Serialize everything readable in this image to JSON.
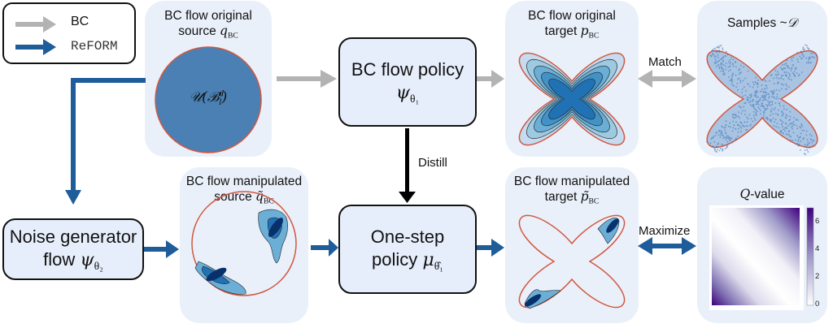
{
  "colors": {
    "bc_arrow": "#b3b3b3",
    "reform_arrow": "#1f5c9a",
    "distill_arrow": "#000000",
    "panel_bg": "#eaf0fa",
    "node_bg": "#e7eefb",
    "support_outline": "#d0583f",
    "source_fill": "#4a80b4",
    "qvalue_max": "#3f007d"
  },
  "legend": {
    "items": [
      {
        "label": "BC",
        "icon": "gray-arrow-icon"
      },
      {
        "label": "ReFORM",
        "icon": "blue-arrow-icon"
      }
    ]
  },
  "panels": {
    "orig_source": {
      "title": "BC flow original",
      "subtitle": "source ",
      "math": "q",
      "math_sub": "BC",
      "center_math": "𝒰(ℬ",
      "center_sup": "d",
      "center_sub": "l",
      "center_end": ")"
    },
    "orig_target": {
      "title": "BC flow original",
      "subtitle": "target ",
      "math": "p",
      "math_sub": "BC"
    },
    "samples": {
      "title": "Samples ~",
      "math": "𝒟"
    },
    "manip_source": {
      "title": "BC flow manipulated",
      "subtitle": "source ",
      "math": "q̃",
      "math_sub": "BC"
    },
    "manip_target": {
      "title": "BC flow manipulated",
      "subtitle": "target ",
      "math": "p̃",
      "math_sub": "BC"
    },
    "qvalue": {
      "math": "Q",
      "title": "-value",
      "colorbar_ticks": [
        "0",
        "2",
        "4",
        "6"
      ],
      "colorbar_range": [
        0,
        7
      ]
    }
  },
  "nodes": {
    "bc_policy": {
      "line1": "BC flow policy",
      "math": "ψ",
      "math_sub": "θ₁"
    },
    "one_step": {
      "line1": "One-step",
      "line2": "policy ",
      "math": "μ",
      "math_sub": "θ̂₁"
    },
    "noise_gen": {
      "line1": "Noise generator",
      "line2": "flow ",
      "math": "ψ",
      "math_sub": "θ₂"
    }
  },
  "edge_labels": {
    "match": "Match",
    "distill": "Distill",
    "maximize": "Maximize"
  }
}
